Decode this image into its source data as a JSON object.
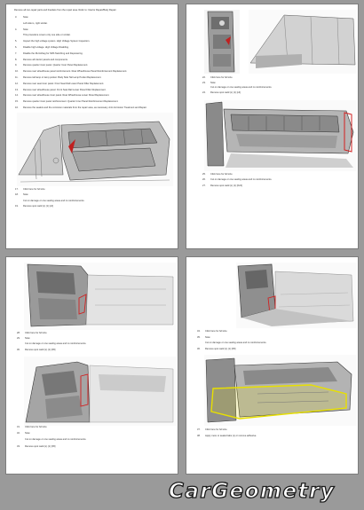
{
  "page1": {
    "intro": "Remove all non-repair parts and brackets from the repair area. Refer to: Interior Repair/Body Repair.",
    "steps": [
      {
        "n": "3.",
        "t": "Note:"
      },
      {
        "n": "",
        "t": "Left side is, right similar."
      },
      {
        "n": "4.",
        "t": "Note:"
      },
      {
        "n": "",
        "t": "This procedure covers only one side or similar."
      },
      {
        "n": "5.",
        "t": "Inspect the high voltage system. High Voltage System Inspection."
      },
      {
        "n": "6.",
        "t": "Disable high voltage. High Voltage Disabling."
      },
      {
        "n": "7.",
        "t": "Disable the RH Airbag for SRS Switching and Depowering."
      },
      {
        "n": "8.",
        "t": "Remove all interior panels and components."
      },
      {
        "n": "9.",
        "t": "Remove quarter inner panel. Quarter Inner Panel Replacement."
      },
      {
        "n": "10.",
        "t": "Remove rear wheelhouse panel reinforcement. Rear Wheelhouse Panel Reinforcement Replacement."
      },
      {
        "n": "11.",
        "t": "Remove tail lamp or lamp pocket. Body Side Tail Lamp Pocket Replacement."
      },
      {
        "n": "12.",
        "t": "Remove rear seat inner panel. Front Seat Rail Lower Panel Filler Replacement."
      },
      {
        "n": "13.",
        "t": "Remove rear wheelhouse panel. Front Seat Rail Lower Panel Filler Replacement."
      },
      {
        "n": "14.",
        "t": "Remove rear wheelhouse inner panel. Rear Wheelhouse Lower Panel Replacement."
      },
      {
        "n": "15.",
        "t": "Remove quarter inner panel reinforcement. Quarter Inner Panel Reinforcement Replacement."
      },
      {
        "n": "16.",
        "t": "Remove the sealers and the corrosion materials from the repair area, as necessary. Anti-Corrosion Treatment and Repair."
      }
    ],
    "after": [
      {
        "n": "17.",
        "t": "Click here for full size"
      },
      {
        "n": "18.",
        "t": "Note:"
      },
      {
        "n": "",
        "t": "Cut on damage or one sealing areas and no reinforcements."
      },
      {
        "n": "19.",
        "t": "Remove spot weld (x) (1) [x4]"
      }
    ]
  },
  "page2": {
    "top": [
      {
        "n": "22.",
        "t": "Click here for full size"
      },
      {
        "n": "23.",
        "t": "Note:"
      },
      {
        "n": "",
        "t": "Cut on damage or one sealing areas and no reinforcements."
      },
      {
        "n": "24.",
        "t": "Remove spot weld (x) (1) [x4]"
      }
    ],
    "bottom": [
      {
        "n": "25.",
        "t": "Click here for full size"
      },
      {
        "n": "26.",
        "t": "Cut on damage or one sealing areas and no reinforcements."
      },
      {
        "n": "27.",
        "t": "Remove spot weld (x) (1) [X24]"
      }
    ]
  },
  "page3": {
    "top": [
      {
        "n": "28.",
        "t": "Click here for full size"
      },
      {
        "n": "29.",
        "t": "Note:"
      },
      {
        "n": "",
        "t": "Cut on damage or one sealing areas and no reinforcements."
      },
      {
        "n": "30.",
        "t": "Remove spot weld (x) (1) [X8]"
      }
    ],
    "bottom": [
      {
        "n": "31.",
        "t": "Click here for full size"
      },
      {
        "n": "32.",
        "t": "Note:"
      },
      {
        "n": "",
        "t": "Cut on damage or one sealing areas and no reinforcements."
      },
      {
        "n": "33.",
        "t": "Remove spot weld (x) (1) [X8]"
      }
    ]
  },
  "page4": {
    "top": [
      {
        "n": "34.",
        "t": "Click here for full size"
      },
      {
        "n": "35.",
        "t": "Note:"
      },
      {
        "n": "",
        "t": "Cut on damage or one sealing areas and no reinforcements."
      },
      {
        "n": "36.",
        "t": "Remove spot weld (x) (1) [X8]"
      }
    ],
    "bottom": [
      {
        "n": "37.",
        "t": "Click here for full size"
      },
      {
        "n": "38.",
        "t": "Apply more or sealed tabs (x) or remove adhesive."
      }
    ]
  },
  "logo": {
    "text": "CarGeometry"
  },
  "colors": {
    "page": "#ffffff",
    "background": "#9a9a9a",
    "highlight_red": "#d22020",
    "highlight_yellow": "#e8e000"
  }
}
